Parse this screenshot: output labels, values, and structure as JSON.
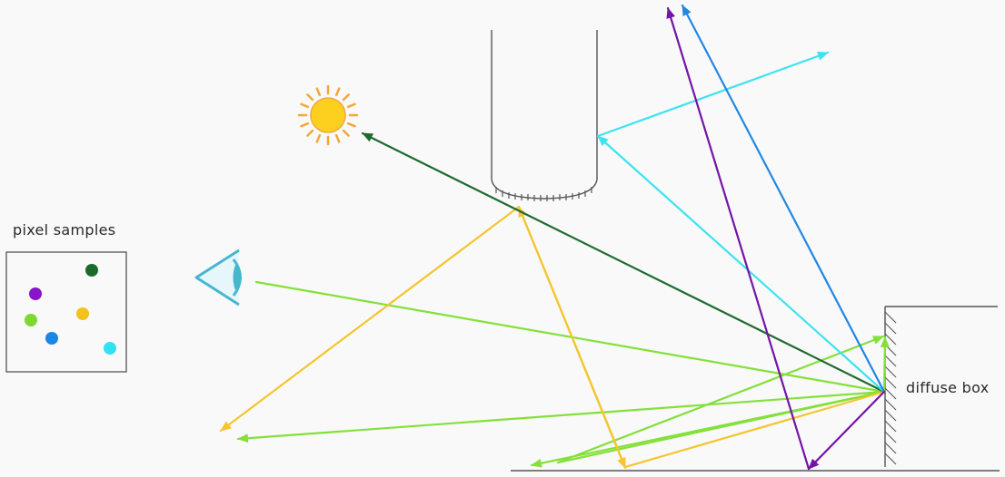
{
  "labels": {
    "pixel_samples": "pixel samples",
    "diffuse_box": "diffuse box"
  },
  "colors": {
    "background": "#f9f9f9",
    "outline": "#555555",
    "sun_core": "#fdd01f",
    "sun_rays": "#f2a83a",
    "eye": "#46b7cf",
    "ray_green": "#84e03a",
    "ray_yellow": "#f5c52f",
    "ray_darkgreen": "#1f6b2e",
    "ray_cyan": "#3ce3f0",
    "ray_blue": "#2287e3",
    "ray_purple": "#7414a6"
  },
  "samples": [
    {
      "name": "sample-darkgreen",
      "color": "#1a6b2a"
    },
    {
      "name": "sample-purple",
      "color": "#8a14c8"
    },
    {
      "name": "sample-lightgreen",
      "color": "#7ed831"
    },
    {
      "name": "sample-yellow",
      "color": "#f4c21d"
    },
    {
      "name": "sample-blue",
      "color": "#1b86e3"
    },
    {
      "name": "sample-cyan",
      "color": "#34e1f2"
    }
  ],
  "icons": {
    "sun": "sun-icon",
    "eye": "eye-icon"
  }
}
